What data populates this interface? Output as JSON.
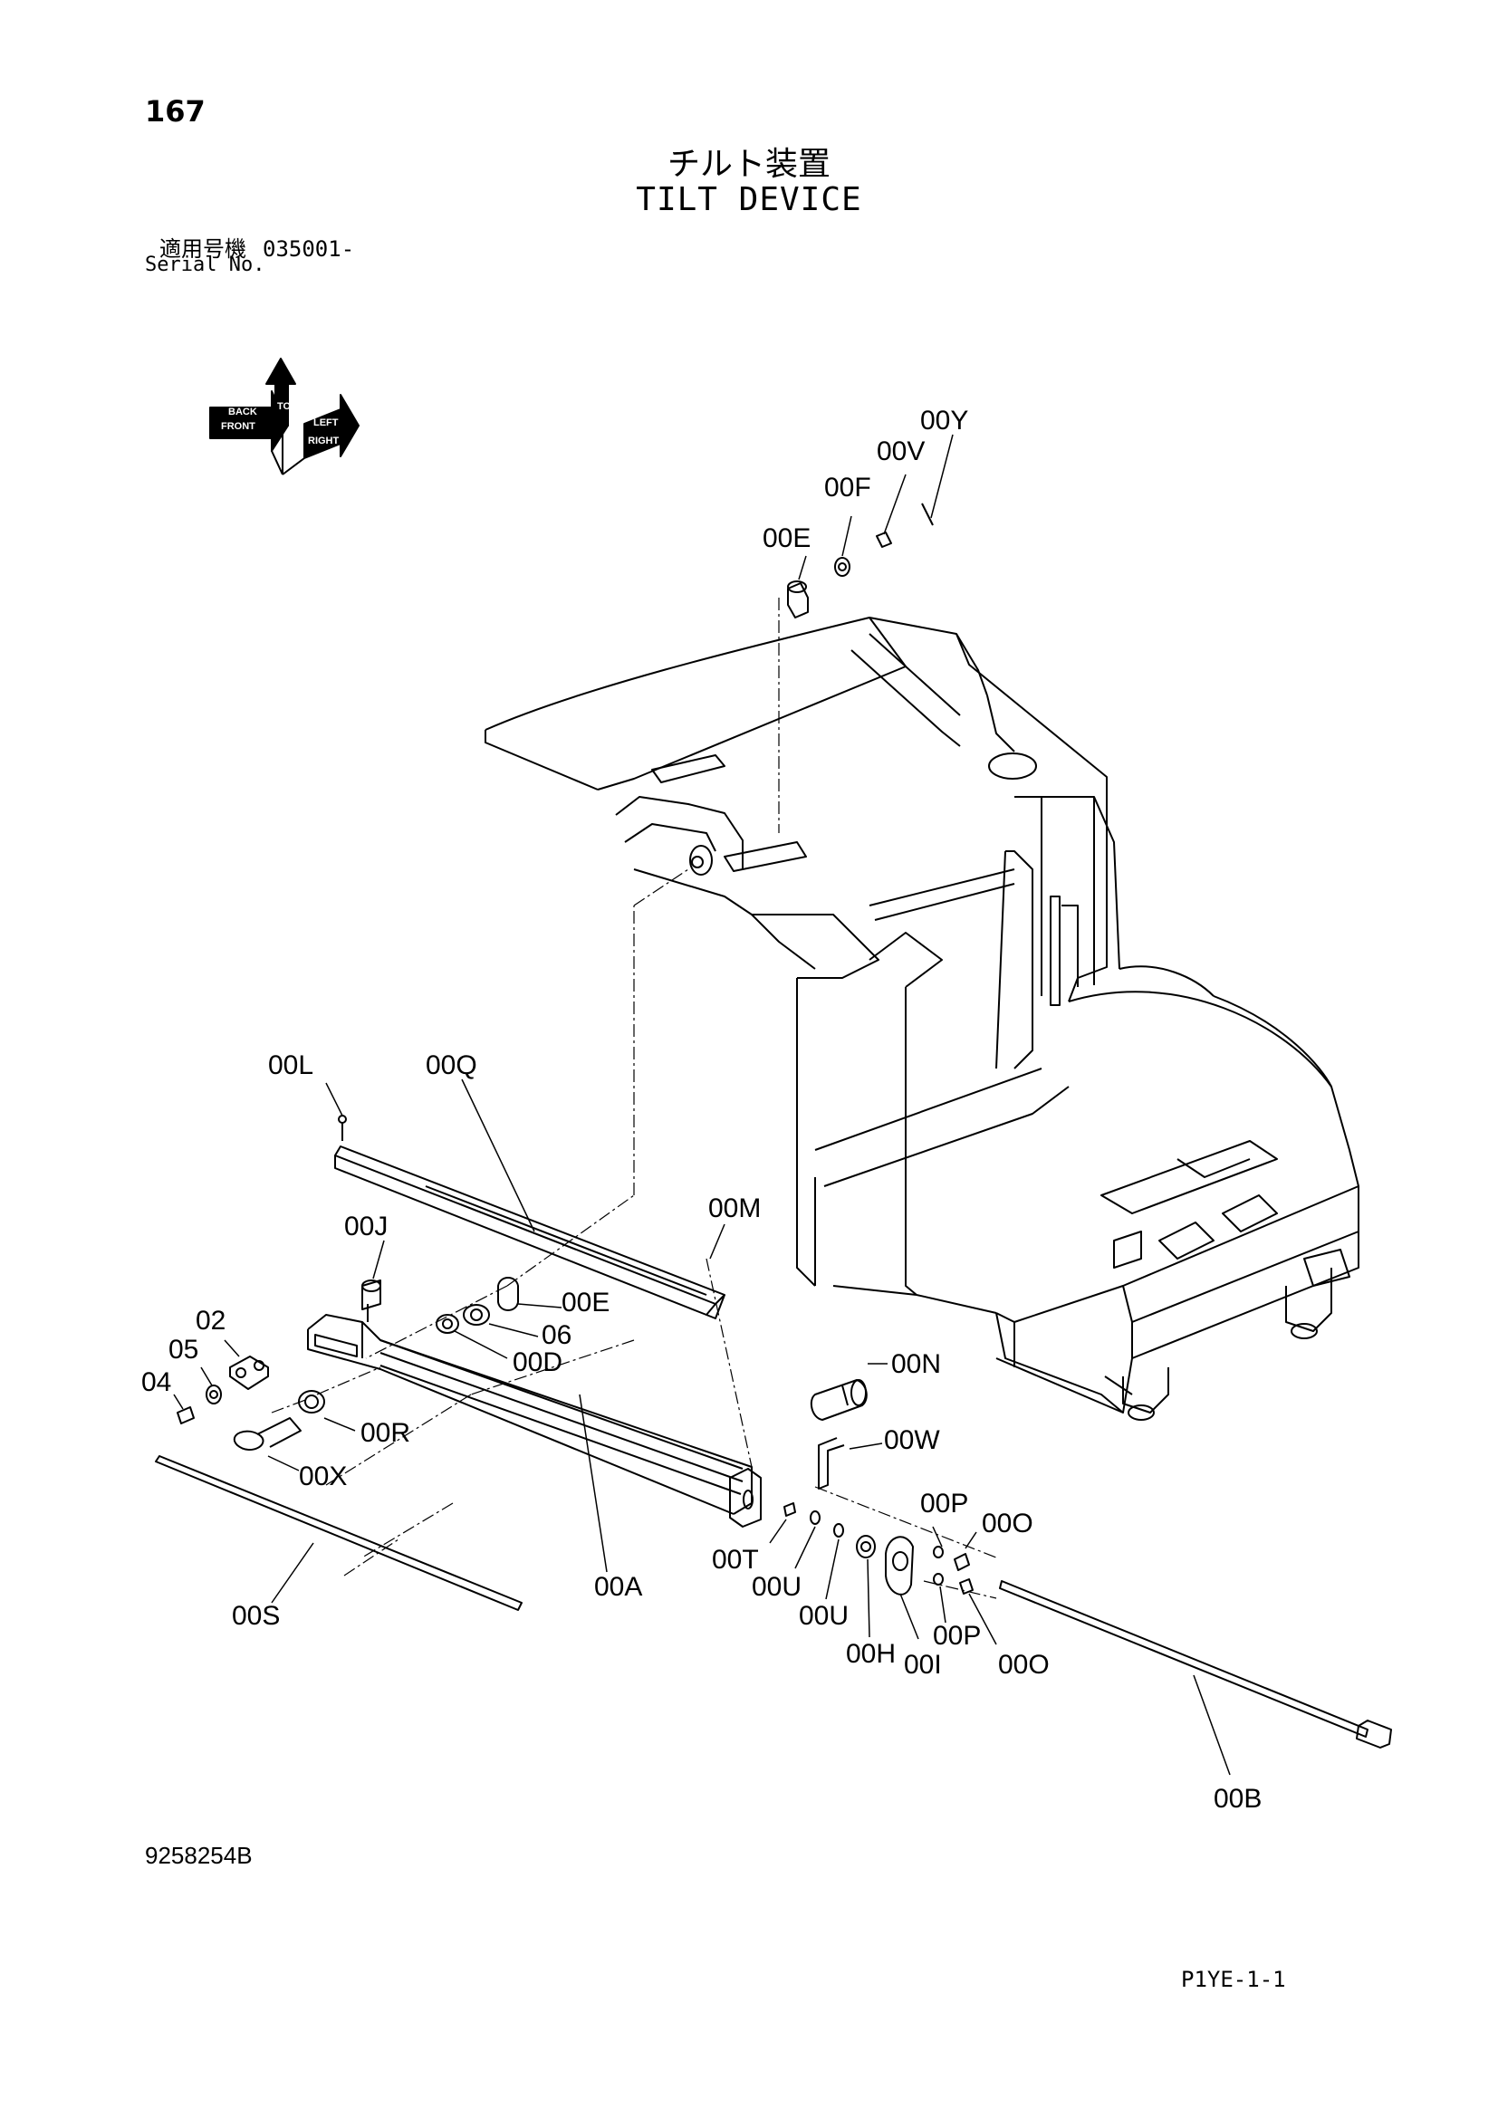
{
  "page": {
    "number": "167",
    "title_jp": "チルト装置",
    "title_en": "TILT DEVICE",
    "serial_label_jp": "適用号機",
    "serial_value": "035001-",
    "serial_label_en": "Serial No.",
    "doc_code": "9258254B",
    "page_code": "P1YE-1-1"
  },
  "orientation": {
    "front": "FRONT",
    "right": "RIGHT",
    "top": "TOP",
    "back": "BACK",
    "left": "LEFT"
  },
  "parts": {
    "p00Y": "00Y",
    "p00V": "00V",
    "p00F": "00F",
    "p00E_top": "00E",
    "p00L": "00L",
    "p00Q": "00Q",
    "p00M": "00M",
    "p00J": "00J",
    "p00E_mid": "00E",
    "p06": "06",
    "p00D": "00D",
    "p02": "02",
    "p05": "05",
    "p04": "04",
    "p00N": "00N",
    "p00R": "00R",
    "p00W": "00W",
    "p00X": "00X",
    "p00P_top": "00P",
    "p00O_top": "00O",
    "p00T": "00T",
    "p00U_a": "00U",
    "p00A": "00A",
    "p00S": "00S",
    "p00U_b": "00U",
    "p00P_bottom": "00P",
    "p00H": "00H",
    "p00I": "00I",
    "p00O_bottom": "00O",
    "p00B": "00B"
  }
}
